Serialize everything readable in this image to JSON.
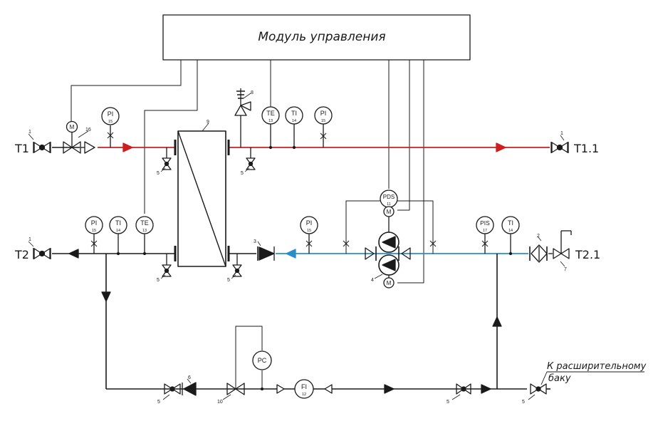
{
  "control_module": {
    "label": "Модуль управления"
  },
  "ports": {
    "t1": "T1",
    "t11": "T1.1",
    "t2": "T2",
    "t21": "T2.1"
  },
  "expansion_tank": {
    "line1": "К расширительному",
    "line2": "баку"
  },
  "instruments": {
    "pi_supply": {
      "code": "PI",
      "num": "15"
    },
    "te_supply": {
      "code": "TE",
      "num": "13"
    },
    "ti_supply": {
      "code": "TI",
      "num": "14"
    },
    "pi_supply2": {
      "code": "PI",
      "num": "15"
    },
    "pi_return": {
      "code": "PI",
      "num": "15"
    },
    "ti_return": {
      "code": "TI",
      "num": "14"
    },
    "te_return": {
      "code": "TE",
      "num": "13"
    },
    "pi_sec": {
      "code": "PI",
      "num": "15"
    },
    "pds": {
      "code": "PDS",
      "num": "11"
    },
    "pis": {
      "code": "PIS",
      "num": "17"
    },
    "ti_sec": {
      "code": "TI",
      "num": "14"
    },
    "pc": {
      "code": "PC",
      "num": ""
    },
    "fi": {
      "code": "FI",
      "num": "12"
    }
  },
  "motor_label": "M",
  "tags": {
    "v_t1": "1",
    "v_t11": "1",
    "v_t2": "1",
    "cv_16": "16",
    "hx_9": "9",
    "sv_8": "8",
    "dr_a": "5",
    "dr_b": "5",
    "dr_c": "5",
    "dr_d": "5",
    "cv_3": "3",
    "pump_4": "4",
    "fl_2": "2",
    "v_7": "7",
    "bv_a": "5",
    "cv_6": "6",
    "cv_10": "10",
    "bv_b": "5",
    "bv_c": "5"
  },
  "colors": {
    "line": "#1a1a1a",
    "hot_supply": "#cc1f1f",
    "secondary": "#2a8fc9"
  }
}
